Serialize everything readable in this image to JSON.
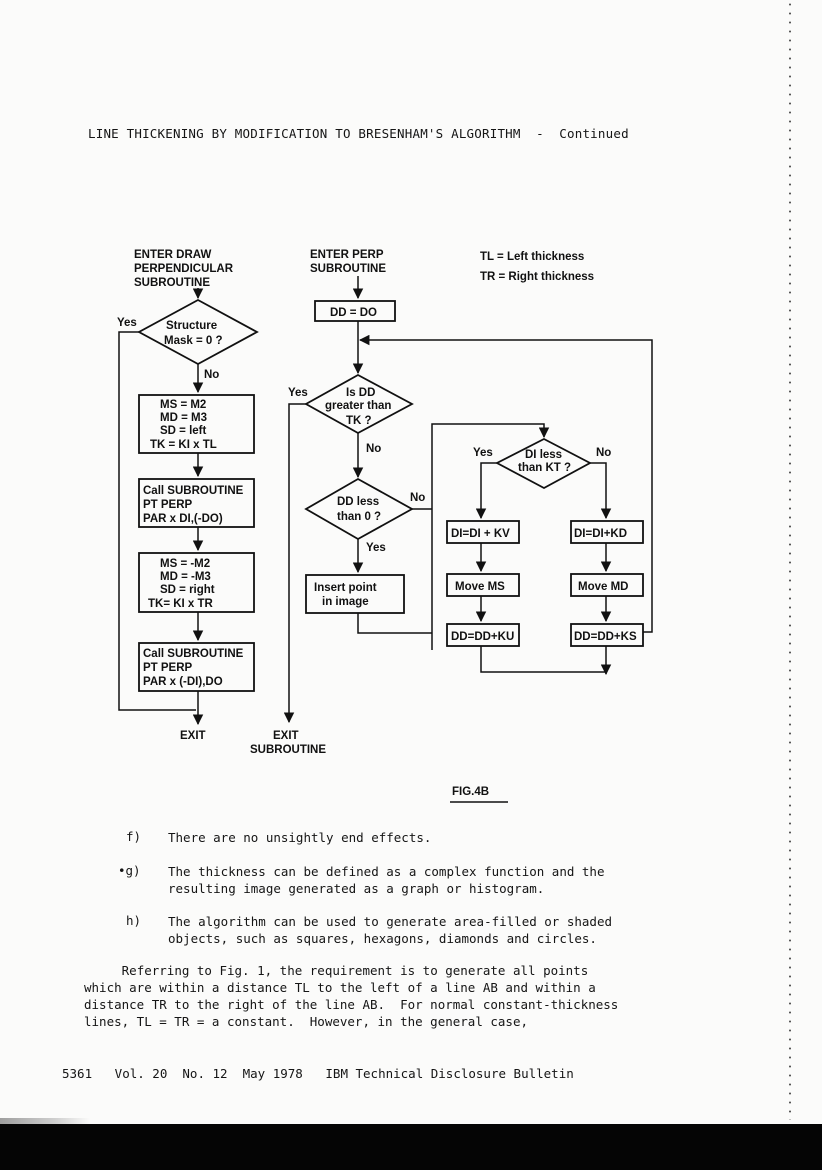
{
  "header": "LINE THICKENING BY MODIFICATION TO BRESENHAM'S ALGORITHM  -  Continued",
  "figure": {
    "left": {
      "enter": [
        "ENTER DRAW",
        "PERPENDICULAR",
        "SUBROUTINE"
      ],
      "decision": [
        "Structure",
        "Mask = 0 ?"
      ],
      "yes": "Yes",
      "no": "No",
      "box1": [
        "MS  =  M2",
        "MD  =  M3",
        "SD  =  left",
        "TK = KI x TL"
      ],
      "box2": [
        "Call SUBROUTINE",
        "PT PERP",
        "PAR x  DI,(-DO)"
      ],
      "box3": [
        "MS = -M2",
        "MD = -M3",
        "SD = right",
        "TK= KI x TR"
      ],
      "box4": [
        "Call SUBROUTINE",
        "PT PERP",
        "PAR x (-DI),DO"
      ],
      "exit": "EXIT"
    },
    "middle": {
      "enter": [
        "ENTER PERP",
        "SUBROUTINE"
      ],
      "init": "DD = DO",
      "decision1": [
        "Is DD",
        "greater than",
        "TK ?"
      ],
      "yes1": "Yes",
      "no1": "No",
      "decision2": [
        "DD less",
        "than 0 ?"
      ],
      "no2": "No",
      "yes2": "Yes",
      "insert": [
        "Insert point",
        "in image"
      ],
      "exit": [
        "EXIT",
        "SUBROUTINE"
      ]
    },
    "legend": [
      "TL = Left thickness",
      "TR = Right thickness"
    ],
    "right": {
      "decision": [
        "DI less",
        "than KT ?"
      ],
      "yes": "Yes",
      "no": "No",
      "l1": "DI=DI + KV",
      "l2": "Move MS",
      "l3": "DD=DD+KU",
      "r1": "DI=DI+KD",
      "r2": "Move MD",
      "r3": "DD=DD+KS"
    },
    "caption": "FIG.4B"
  },
  "list": [
    {
      "label": "f)",
      "text": "There are no unsightly end effects."
    },
    {
      "label": "•g)",
      "text": "The thickness can be defined as a complex function and the\nresulting image generated as a graph or histogram."
    },
    {
      "label": "h)",
      "text": "The algorithm can be used to generate area-filled or shaded\nobjects, such as squares, hexagons, diamonds and circles."
    }
  ],
  "paragraph": "     Referring to Fig. 1, the requirement is to generate all points\nwhich are within a distance TL to the left of a line AB and within a\ndistance TR to the right of the line AB.  For normal constant-thickness\nlines, TL = TR = a constant.  However, in the general case,",
  "footer": "5361   Vol. 20  No. 12  May 1978   IBM Technical Disclosure Bulletin"
}
